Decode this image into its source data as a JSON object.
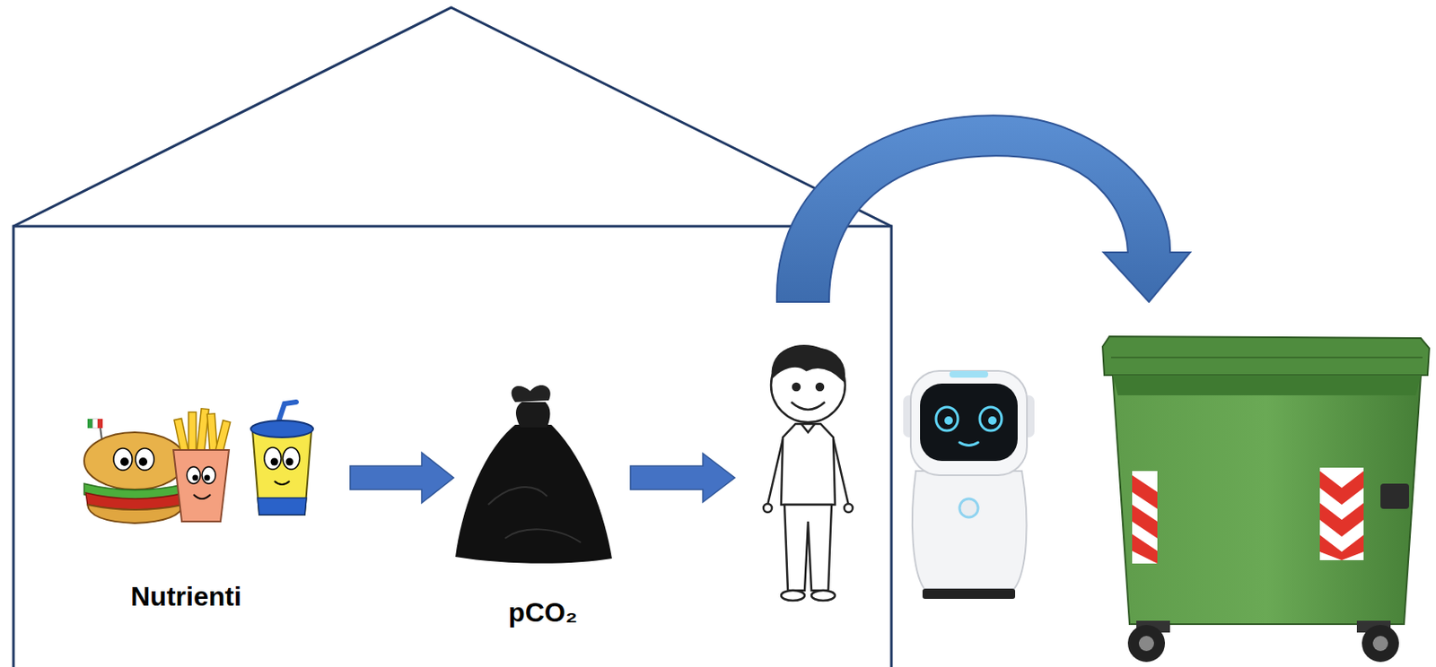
{
  "diagram": {
    "nodes": [
      {
        "text": [
          "Nutrienti"
        ]
      },
      {
        "text": [
          "pCO₂"
        ]
      }
    ],
    "edges": [
      {
        "from": 0,
        "to": 1,
        "arrow": "to"
      }
    ]
  }
}
